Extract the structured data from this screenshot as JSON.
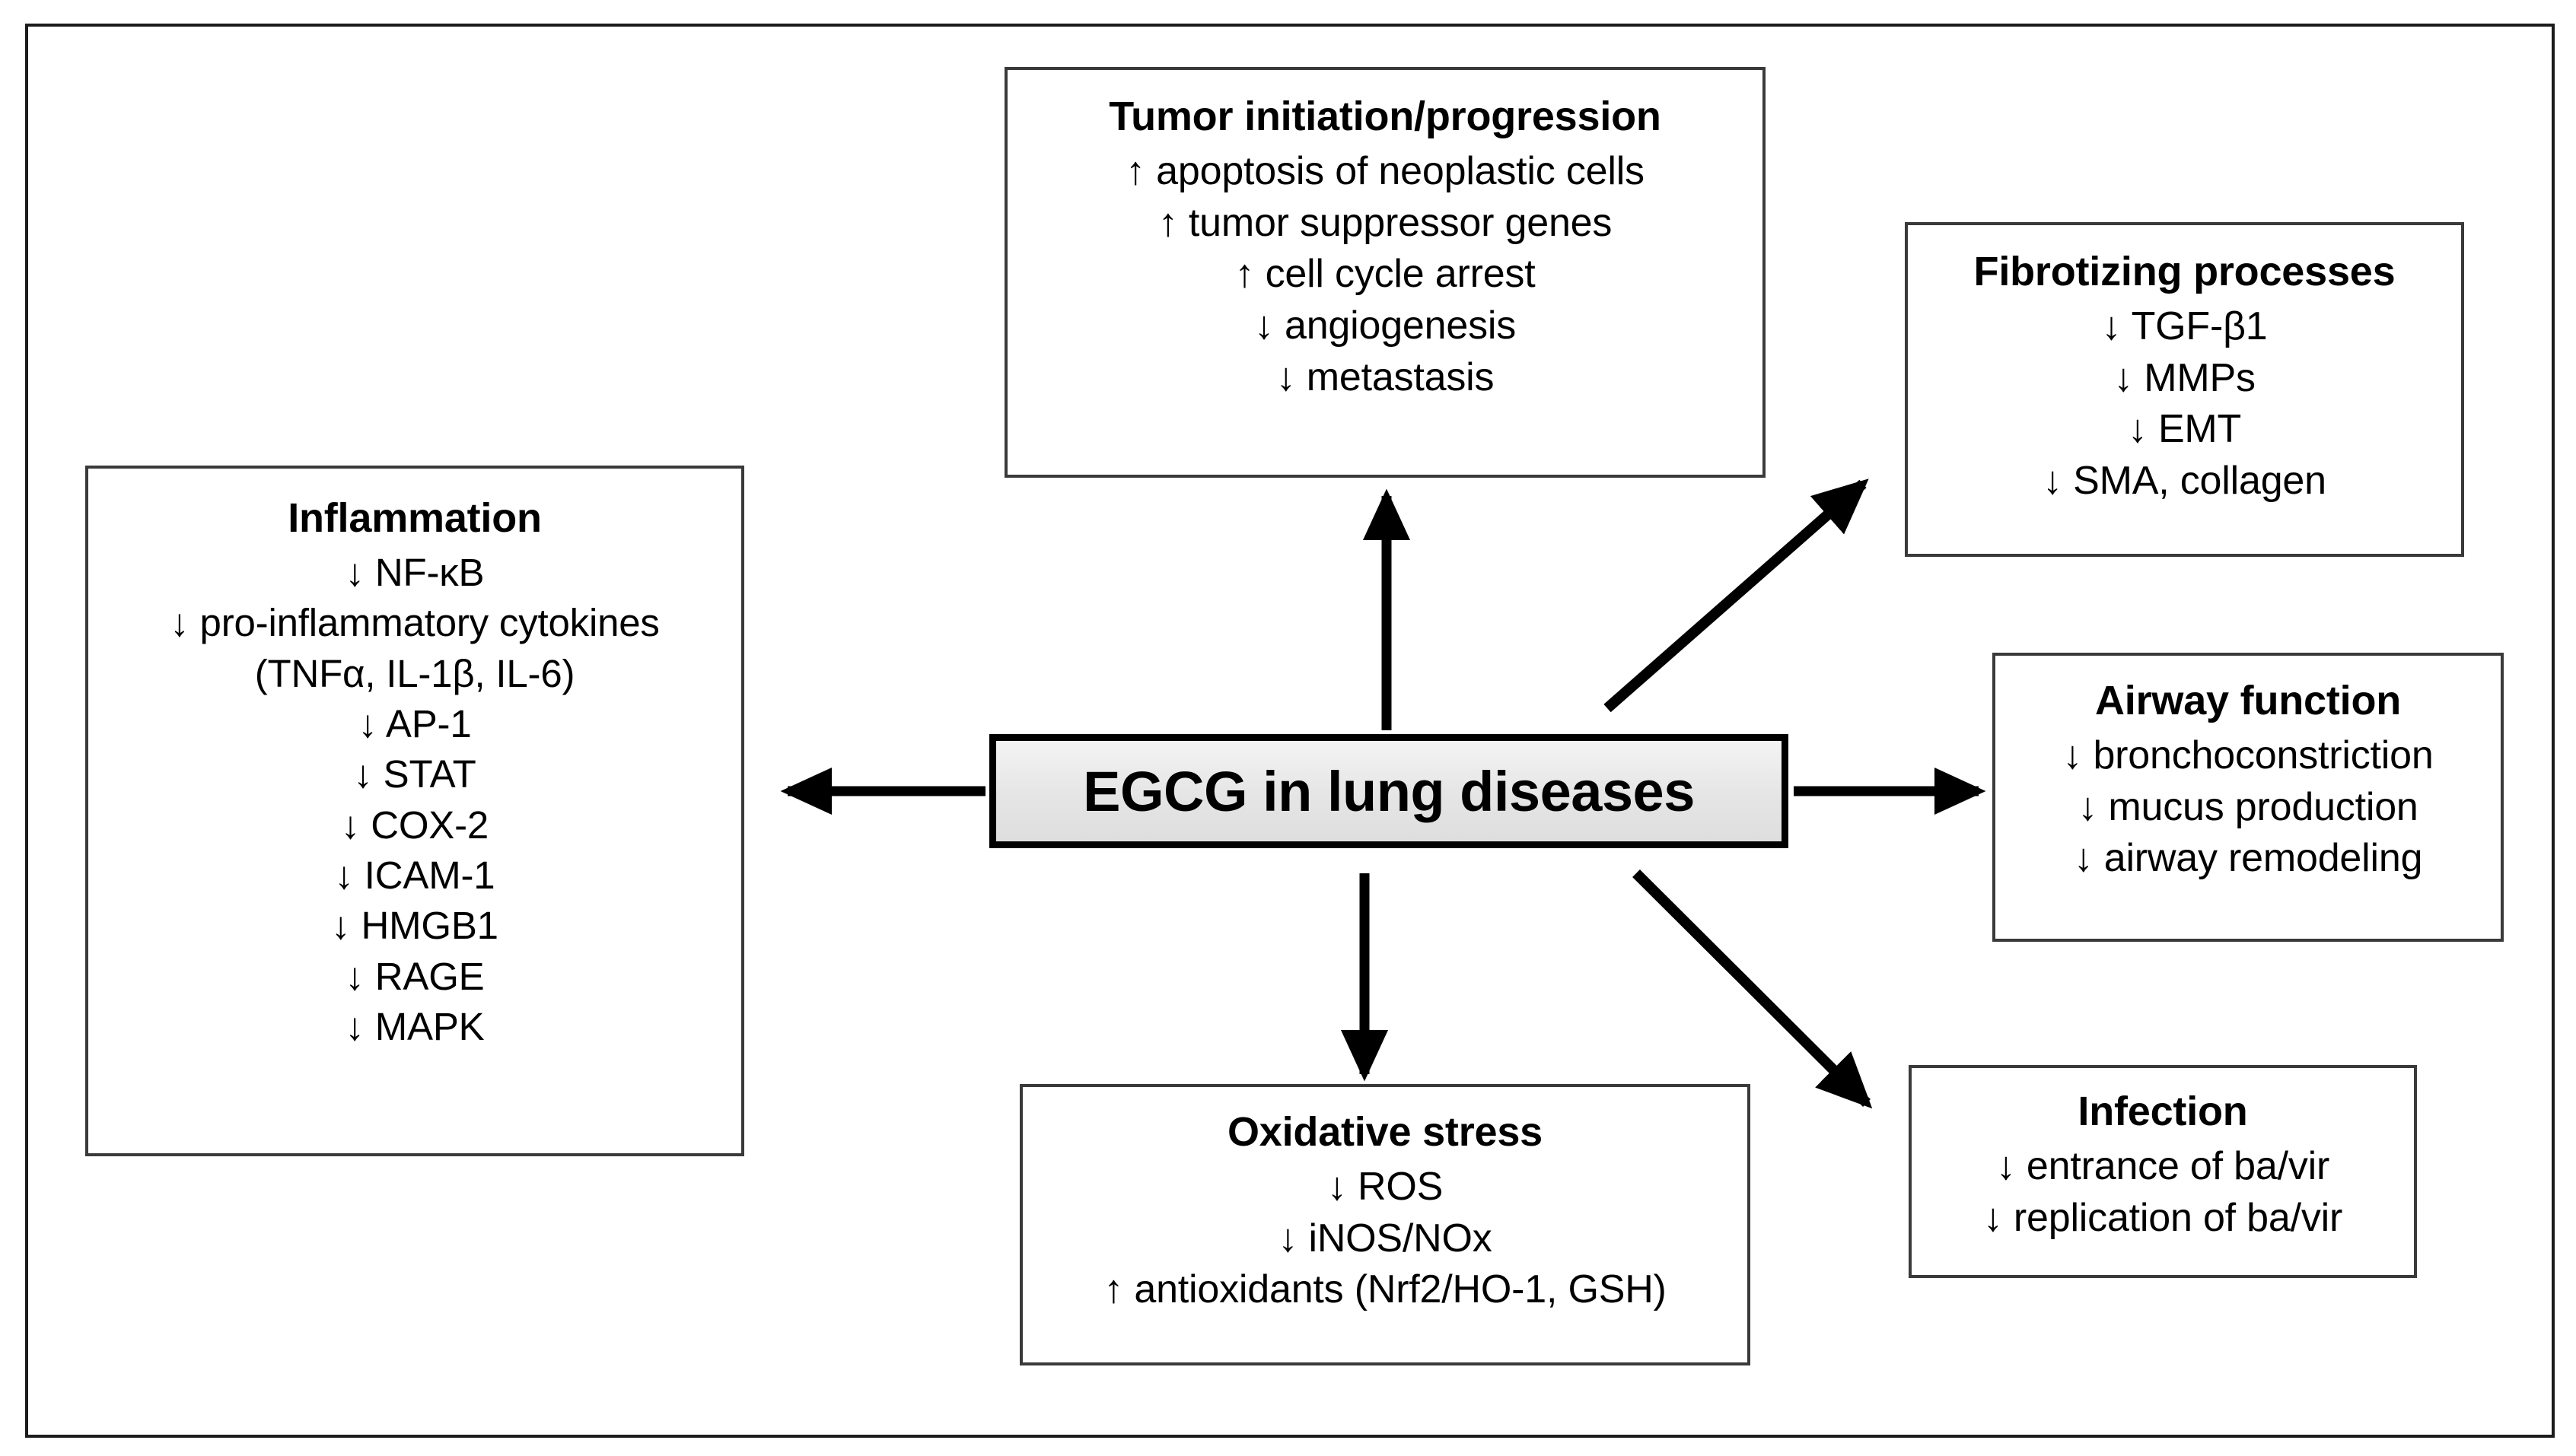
{
  "figure": {
    "type": "concept-diagram",
    "center": {
      "label": "EGCG in lung diseases",
      "fill_color": "#e6e6e6",
      "border_color": "#000000"
    },
    "frame": {
      "border_color": "#1c1c1c",
      "background": "#ffffff"
    },
    "boxes": [
      {
        "id": "inflammation",
        "title": "Inflammation",
        "lines": [
          "↓ NF-κB",
          "↓ pro-inflammatory cytokines",
          "(TNFα, IL-1β, IL-6)",
          "↓ AP-1",
          "↓ STAT",
          "↓ COX-2",
          "↓ ICAM-1",
          "↓ HMGB1",
          "↓ RAGE",
          "↓ MAPK"
        ]
      },
      {
        "id": "tumor",
        "title": "Tumor initiation/progression",
        "lines": [
          "↑ apoptosis of neoplastic cells",
          "↑ tumor suppressor genes",
          "↑ cell cycle arrest",
          "↓ angiogenesis",
          "↓ metastasis"
        ]
      },
      {
        "id": "fibrotizing",
        "title": "Fibrotizing processes",
        "lines": [
          "↓ TGF-β1",
          "↓ MMPs",
          "↓ EMT",
          "↓ SMA, collagen"
        ]
      },
      {
        "id": "airway",
        "title": "Airway function",
        "lines": [
          "↓ bronchoconstriction",
          "↓ mucus production",
          "↓ airway remodeling"
        ]
      },
      {
        "id": "infection",
        "title": "Infection",
        "lines": [
          "↓ entrance of ba/vir",
          "↓ replication of ba/vir"
        ]
      },
      {
        "id": "oxidative",
        "title": "Oxidative stress",
        "lines": [
          "↓ ROS",
          "↓ iNOS/NOx",
          "↑ antioxidants (Nrf2/HO-1, GSH)"
        ]
      }
    ],
    "arrows": [
      {
        "id": "arrow-to-inflammation",
        "from": "center",
        "to": "inflammation",
        "direction": "left"
      },
      {
        "id": "arrow-to-tumor",
        "from": "center",
        "to": "tumor",
        "direction": "up"
      },
      {
        "id": "arrow-to-fibrotizing",
        "from": "center",
        "to": "fibrotizing",
        "direction": "up-right"
      },
      {
        "id": "arrow-to-airway",
        "from": "center",
        "to": "airway",
        "direction": "right"
      },
      {
        "id": "arrow-to-infection",
        "from": "center",
        "to": "infection",
        "direction": "down-right"
      },
      {
        "id": "arrow-to-oxidative",
        "from": "center",
        "to": "oxidative",
        "direction": "down"
      }
    ]
  }
}
